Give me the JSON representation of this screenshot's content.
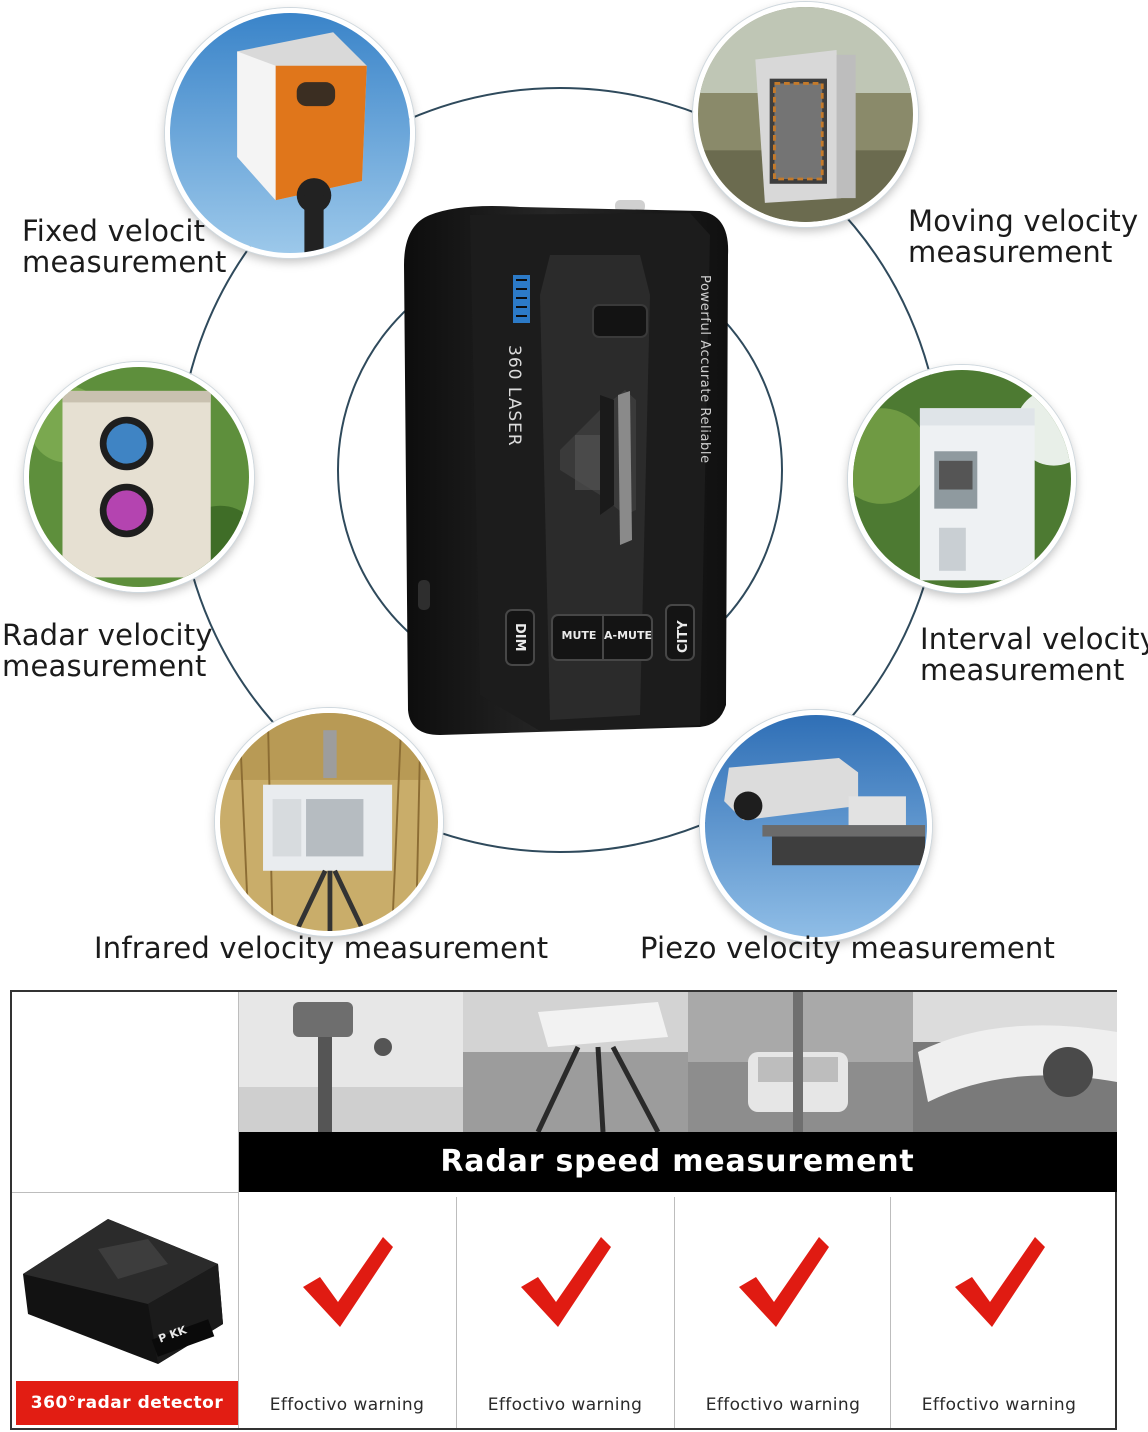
{
  "labels": {
    "fixed": [
      "Fixed velocit",
      "measurement"
    ],
    "moving": [
      "Moving velocity",
      "measurement"
    ],
    "radar": [
      "Radar velocity",
      "measurement"
    ],
    "interval": [
      "Interval velocity",
      "measurement"
    ],
    "infrared": "Infrared velocity measurement",
    "piezo": "Piezo velocity measurement"
  },
  "device": {
    "brand_text": "360 LASER",
    "tagline": "Powerful Accurate Reliable",
    "buttons": [
      "DIM",
      "MUTE",
      "A-MUTE",
      "CITY"
    ]
  },
  "table": {
    "banner": "Radar speed measurement",
    "product_label": "360°radar detector",
    "product_screen_text": "P  KK",
    "warnings": [
      "Effoctivo warning",
      "Effoctivo warning",
      "Effoctivo warning",
      "Effoctivo warning"
    ]
  },
  "colors": {
    "ring": "#2f4a5c",
    "check": "#e01b12",
    "banner": "#000000",
    "product_label_bg": "#e21d13"
  }
}
